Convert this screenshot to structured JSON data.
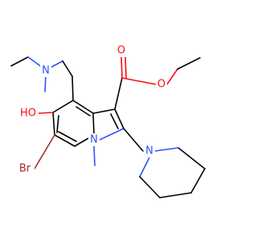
{
  "molecule": {
    "atoms": {
      "n_amine": {
        "text": "N",
        "color": "#3050f8"
      },
      "o_carbonyl": {
        "text": "O",
        "color": "#ff0d0d"
      },
      "o_ester": {
        "text": "O",
        "color": "#ff0d0d"
      },
      "o_hydroxy": {
        "text": "HO",
        "color": "#ff0d0d"
      },
      "br": {
        "text": "Br",
        "color": "#a62929"
      },
      "n_indole": {
        "text": "N",
        "color": "#3050f8"
      },
      "n_piperidine": {
        "text": "N",
        "color": "#3050f8"
      }
    }
  }
}
